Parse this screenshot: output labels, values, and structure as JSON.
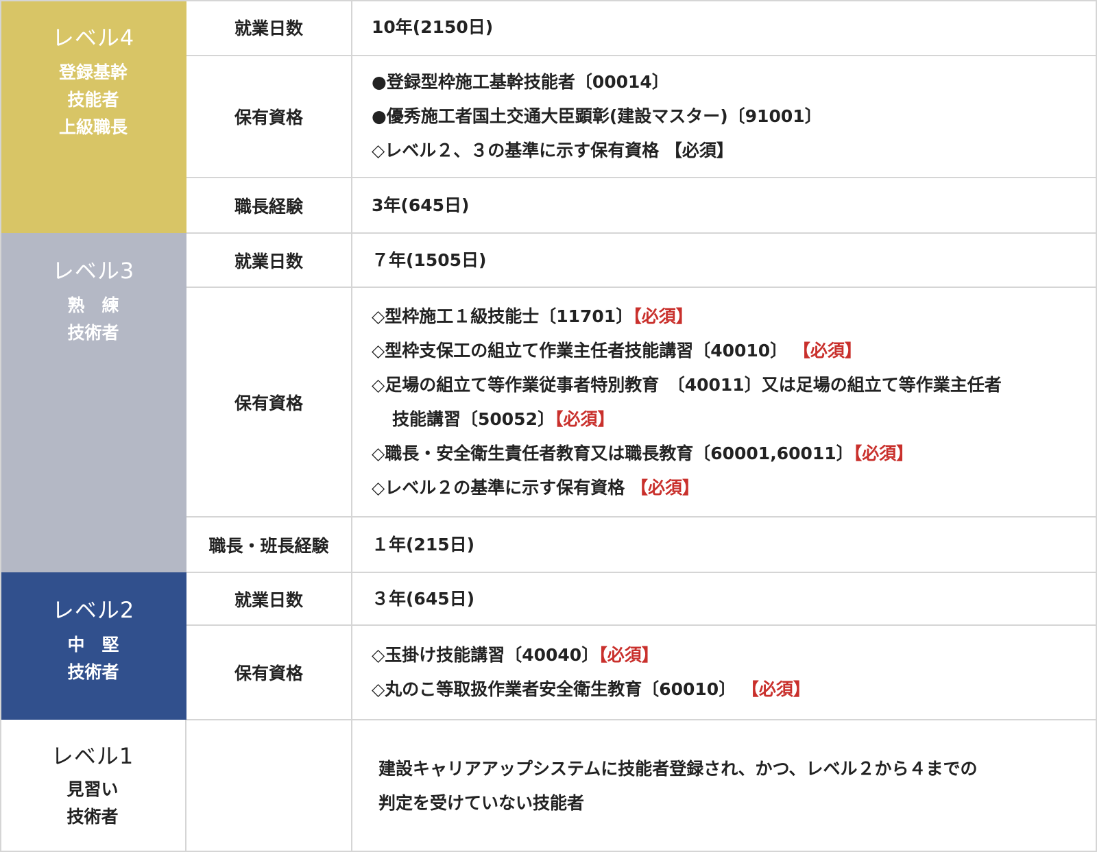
{
  "levels": {
    "l4": {
      "name": "レベル4",
      "sub": [
        "登録基幹",
        "技能者",
        "上級職長"
      ],
      "color": "#d8c566"
    },
    "l3": {
      "name": "レベル3",
      "sub": [
        "熟　練",
        "技術者"
      ],
      "color": "#b4b8c5"
    },
    "l2": {
      "name": "レベル2",
      "sub": [
        "中　堅",
        "技術者"
      ],
      "color": "#31508d"
    },
    "l1": {
      "name": "レベル1",
      "sub": [
        "見習い",
        "技術者"
      ],
      "color": "#ffffff"
    }
  },
  "l4": {
    "days_label": "就業日数",
    "days_value": "10年(2150日)",
    "quals_label": "保有資格",
    "quals": [
      "●登録型枠施工基幹技能者〔00014〕",
      "●優秀施工者国土交通大臣顕彰(建設マスター)〔91001〕",
      "◇レベル２、３の基準に示す保有資格 【必須】"
    ],
    "exp_label": "職長経験",
    "exp_value": "3年(645日)"
  },
  "l3": {
    "days_label": "就業日数",
    "days_value": "７年(1505日)",
    "quals_label": "保有資格",
    "quals": [
      {
        "text": "◇型枠施工１級技能士〔11701〕",
        "req": "【必須】"
      },
      {
        "text": "◇型枠支保工の組立て作業主任者技能講習〔40010〕 ",
        "req": "【必須】"
      },
      {
        "text": "◇足場の組立て等作業従事者特別教育　〔40011〕又は足場の組立て等作業主任者",
        "req": ""
      },
      {
        "text": "技能講習〔50052〕",
        "req": "【必須】",
        "cont": true
      },
      {
        "text": "◇職長・安全衛生責任者教育又は職長教育〔60001,60011〕",
        "req": "【必須】"
      },
      {
        "text": "◇レベル２の基準に示す保有資格 ",
        "req": "【必須】"
      }
    ],
    "exp_label": "職長・班長経験",
    "exp_value": "１年(215日)"
  },
  "l2": {
    "days_label": "就業日数",
    "days_value": "３年(645日)",
    "quals_label": "保有資格",
    "quals": [
      {
        "text": "◇玉掛け技能講習〔40040〕",
        "req": "【必須】"
      },
      {
        "text": "◇丸のこ等取扱作業者安全衛生教育〔60010〕 ",
        "req": "【必須】"
      }
    ]
  },
  "l1": {
    "desc": [
      "建設キャリアアップシステムに技能者登録され、かつ、レベル２から４までの",
      "判定を受けていない技能者"
    ]
  },
  "colors": {
    "required": "#c9302c",
    "border": "#d5d5d5"
  }
}
